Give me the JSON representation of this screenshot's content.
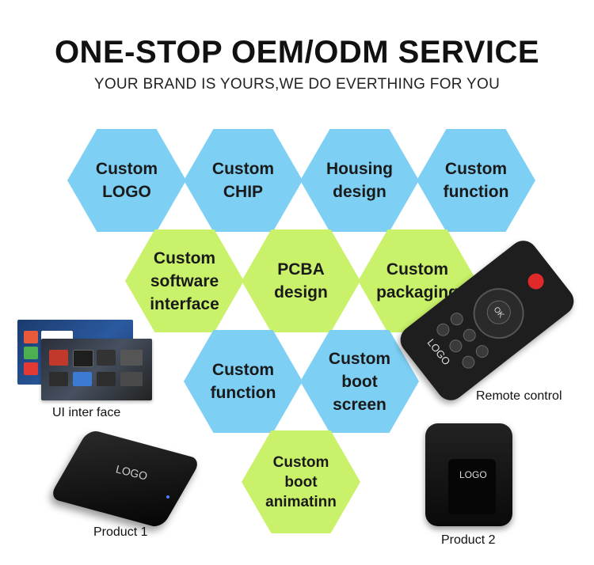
{
  "header": {
    "title": "ONE-STOP OEM/ODM SERVICE",
    "subtitle": "YOUR BRAND IS YOURS,WE DO EVERTHING FOR YOU"
  },
  "hexagons": [
    "Custom\nLOGO",
    "Custom\nCHIP",
    "Housing\ndesign",
    "Custom\nfunction",
    "Custom\nsoftware\ninterface",
    "PCBA\ndesign",
    "Custom\npackaging",
    "Custom\nfunction",
    "Custom\nboot\nscreen",
    "Custom\nboot\nanimatinn"
  ],
  "captions": {
    "ui": "UI inter face",
    "remote": "Remote control",
    "product1": "Product 1",
    "product2": "Product 2"
  },
  "logos": {
    "remote": "LOGO",
    "product1": "LOGO",
    "product2": "LOGO"
  },
  "remote_ok": "OK",
  "colors": {
    "hex_blue": "#7dcff4",
    "hex_green": "#c9f26a"
  }
}
